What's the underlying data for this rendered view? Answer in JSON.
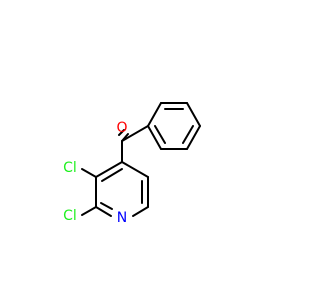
{
  "molecule": {
    "atoms": {
      "oxygen": "O",
      "chlorine_top": "Cl",
      "chlorine_bottom": "Cl",
      "nitrogen": "N"
    },
    "colors": {
      "bond": "#000000",
      "oxygen": "#FF0000",
      "chlorine": "#1FF01F",
      "nitrogen": "#0000FF",
      "background": "#FFFFFF"
    }
  }
}
